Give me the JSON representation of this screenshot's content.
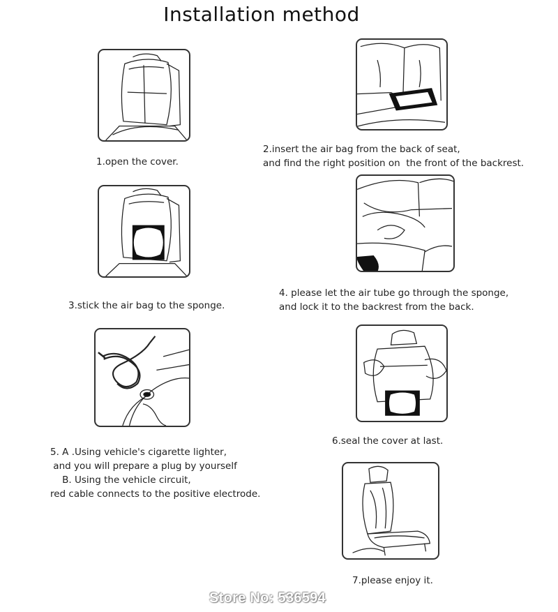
{
  "title": "Installation method",
  "steps": [
    {
      "caption": "1.open the cover.",
      "icon": "seat-back-open-cover-illustration"
    },
    {
      "caption": "2.insert the air bag from the back of seat,\nand find the right position on  the front of the backrest.",
      "icon": "insert-air-bag-illustration"
    },
    {
      "caption": "3.stick the air bag to the sponge.",
      "icon": "air-bag-on-sponge-illustration"
    },
    {
      "caption": "4. please let the air tube go through the sponge,\nand lock it to the backrest from the back.",
      "icon": "air-tube-through-sponge-illustration"
    },
    {
      "caption": "5. A .Using vehicle's cigarette lighter,\n and you will prepare a plug by yourself\n    B. Using the vehicle circuit,\nred cable connects to the positive electrode.",
      "icon": "cable-and-cigarette-lighter-illustration"
    },
    {
      "caption": "6.seal the cover at last.",
      "icon": "seal-cover-illustration"
    },
    {
      "caption": "7.please enjoy it.",
      "icon": "finished-car-seat-illustration"
    }
  ],
  "footer": "Store No: 536594"
}
